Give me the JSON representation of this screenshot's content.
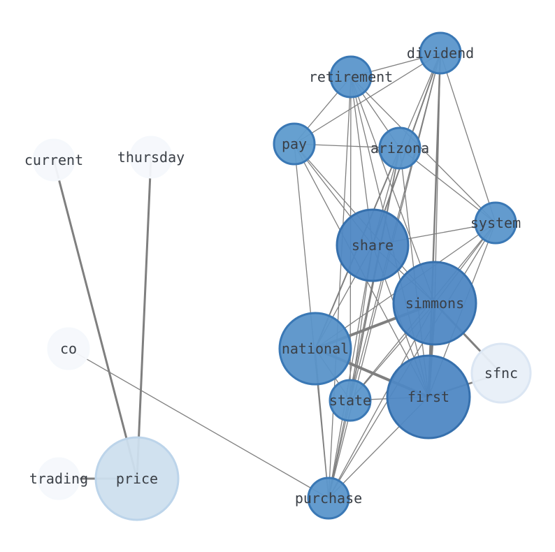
{
  "graph": {
    "edge_color": "#7f7f7f",
    "label_color": "#3a3f46",
    "nodes": [
      {
        "id": "dividend",
        "label": "dividend",
        "fill": "#5b96cb",
        "stroke": "#3a78b5"
      },
      {
        "id": "retirement",
        "label": "retirement",
        "fill": "#5b96cb",
        "stroke": "#3a78b5"
      },
      {
        "id": "pay",
        "label": "pay",
        "fill": "#5e9bce",
        "stroke": "#3a78b5"
      },
      {
        "id": "arizona",
        "label": "arizona",
        "fill": "#5b96cb",
        "stroke": "#3a78b5"
      },
      {
        "id": "system",
        "label": "system",
        "fill": "#5b96cb",
        "stroke": "#3a78b5"
      },
      {
        "id": "share",
        "label": "share",
        "fill": "#4f88c4",
        "stroke": "#3670ad"
      },
      {
        "id": "simmons",
        "label": "simmons",
        "fill": "#4f88c4",
        "stroke": "#3670ad"
      },
      {
        "id": "national",
        "label": "national",
        "fill": "#5a94c9",
        "stroke": "#3a78b5"
      },
      {
        "id": "first",
        "label": "first",
        "fill": "#4f88c4",
        "stroke": "#3670ad"
      },
      {
        "id": "sfnc",
        "label": "sfnc",
        "fill": "#e8eff8",
        "stroke": "#dbe6f3"
      },
      {
        "id": "state",
        "label": "state",
        "fill": "#5b96cb",
        "stroke": "#3a78b5"
      },
      {
        "id": "purchase",
        "label": "purchase",
        "fill": "#5b96cb",
        "stroke": "#3a78b5"
      },
      {
        "id": "current",
        "label": "current",
        "fill": "#f5f8fc",
        "stroke": "#f5f8fc"
      },
      {
        "id": "thursday",
        "label": "thursday",
        "fill": "#f5f8fc",
        "stroke": "#f5f8fc"
      },
      {
        "id": "co",
        "label": "co",
        "fill": "#f5f8fc",
        "stroke": "#f5f8fc"
      },
      {
        "id": "trading",
        "label": "trading",
        "fill": "#f5f8fc",
        "stroke": "#f5f8fc"
      },
      {
        "id": "price",
        "label": "price",
        "fill": "#cddfee",
        "stroke": "#bcd4ea"
      }
    ],
    "edges": [
      {
        "source": "current",
        "target": "price",
        "weight": 3
      },
      {
        "source": "thursday",
        "target": "price",
        "weight": 3
      },
      {
        "source": "trading",
        "target": "price",
        "weight": 3
      },
      {
        "source": "co",
        "target": "purchase",
        "weight": 1.3
      },
      {
        "source": "national",
        "target": "simmons",
        "weight": 4
      },
      {
        "source": "national",
        "target": "first",
        "weight": 4
      },
      {
        "source": "simmons",
        "target": "first",
        "weight": 4
      },
      {
        "source": "simmons",
        "target": "sfnc",
        "weight": 3
      },
      {
        "source": "first",
        "target": "sfnc",
        "weight": 2.5
      },
      {
        "source": "first",
        "target": "dividend",
        "weight": 2.5
      },
      {
        "source": "national",
        "target": "arizona",
        "weight": 2
      },
      {
        "source": "share",
        "target": "dividend",
        "weight": 2
      },
      {
        "source": "state",
        "target": "arizona",
        "weight": 1.8
      },
      {
        "source": "dividend",
        "target": "retirement",
        "weight": 1.3
      },
      {
        "source": "dividend",
        "target": "pay",
        "weight": 1.3
      },
      {
        "source": "dividend",
        "target": "arizona",
        "weight": 1.3
      },
      {
        "source": "dividend",
        "target": "system",
        "weight": 1.3
      },
      {
        "source": "dividend",
        "target": "simmons",
        "weight": 1.3
      },
      {
        "source": "dividend",
        "target": "state",
        "weight": 1.3
      },
      {
        "source": "dividend",
        "target": "purchase",
        "weight": 1.3
      },
      {
        "source": "retirement",
        "target": "pay",
        "weight": 1.3
      },
      {
        "source": "retirement",
        "target": "arizona",
        "weight": 1.3
      },
      {
        "source": "retirement",
        "target": "system",
        "weight": 1.3
      },
      {
        "source": "retirement",
        "target": "share",
        "weight": 1.3
      },
      {
        "source": "retirement",
        "target": "simmons",
        "weight": 1.3
      },
      {
        "source": "retirement",
        "target": "first",
        "weight": 1.3
      },
      {
        "source": "retirement",
        "target": "state",
        "weight": 1.3
      },
      {
        "source": "retirement",
        "target": "purchase",
        "weight": 1.3
      },
      {
        "source": "pay",
        "target": "arizona",
        "weight": 1.3
      },
      {
        "source": "pay",
        "target": "share",
        "weight": 1.3
      },
      {
        "source": "pay",
        "target": "simmons",
        "weight": 1.3
      },
      {
        "source": "pay",
        "target": "first",
        "weight": 1.3
      },
      {
        "source": "pay",
        "target": "purchase",
        "weight": 1.3
      },
      {
        "source": "arizona",
        "target": "system",
        "weight": 1.3
      },
      {
        "source": "arizona",
        "target": "share",
        "weight": 1.3
      },
      {
        "source": "arizona",
        "target": "first",
        "weight": 1.3
      },
      {
        "source": "arizona",
        "target": "purchase",
        "weight": 1.3
      },
      {
        "source": "system",
        "target": "share",
        "weight": 1.3
      },
      {
        "source": "system",
        "target": "simmons",
        "weight": 1.3
      },
      {
        "source": "system",
        "target": "national",
        "weight": 1.3
      },
      {
        "source": "system",
        "target": "first",
        "weight": 1.3
      },
      {
        "source": "system",
        "target": "state",
        "weight": 1.3
      },
      {
        "source": "system",
        "target": "purchase",
        "weight": 1.3
      },
      {
        "source": "share",
        "target": "simmons",
        "weight": 1.3
      },
      {
        "source": "share",
        "target": "national",
        "weight": 1.3
      },
      {
        "source": "share",
        "target": "first",
        "weight": 1.3
      },
      {
        "source": "share",
        "target": "state",
        "weight": 1.3
      },
      {
        "source": "share",
        "target": "purchase",
        "weight": 1.3
      },
      {
        "source": "simmons",
        "target": "state",
        "weight": 1.3
      },
      {
        "source": "simmons",
        "target": "purchase",
        "weight": 1.3
      },
      {
        "source": "national",
        "target": "state",
        "weight": 1.3
      },
      {
        "source": "national",
        "target": "purchase",
        "weight": 1.3
      },
      {
        "source": "first",
        "target": "state",
        "weight": 1.3
      },
      {
        "source": "first",
        "target": "purchase",
        "weight": 1.3
      },
      {
        "source": "state",
        "target": "purchase",
        "weight": 1.3
      }
    ]
  }
}
